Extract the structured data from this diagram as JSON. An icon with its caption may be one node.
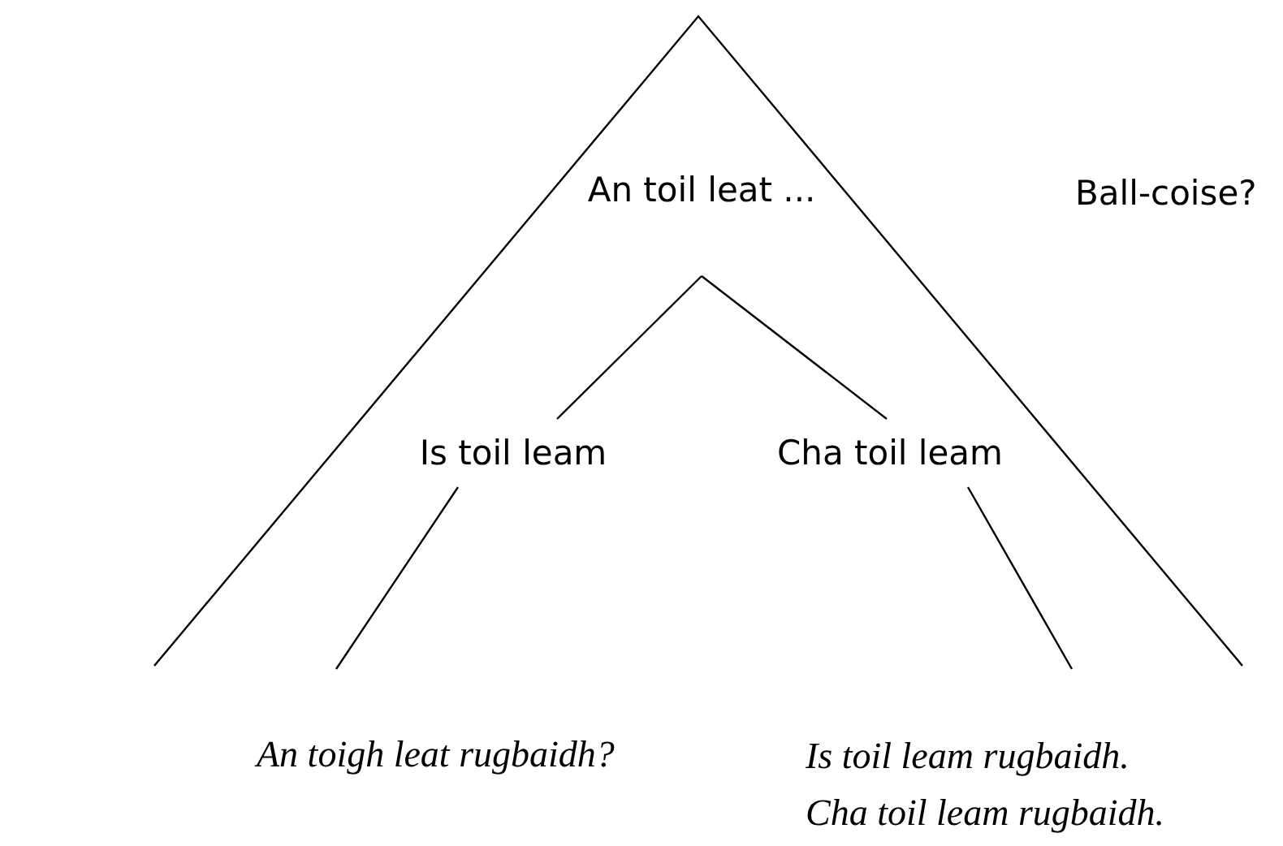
{
  "diagram": {
    "nodes": [
      {
        "text": [
          "An toil leat ..."
        ]
      },
      {
        "text": [
          "Is toil leam"
        ]
      },
      {
        "text": [
          "Cha toil leam"
        ]
      },
      {
        "text": [
          "An toigh leat rugbaidh?"
        ]
      },
      {
        "text": [
          "Is toil leam rugbaidh.",
          "Cha toil leam rugbaidh."
        ]
      }
    ],
    "edges": [
      {
        "from": 0,
        "to": 1,
        "arrow": "none"
      },
      {
        "from": 0,
        "to": 2,
        "arrow": "none"
      },
      {
        "from": 1,
        "to": null,
        "arrow": "none"
      },
      {
        "from": 2,
        "to": null,
        "arrow": "none"
      }
    ],
    "labels": [
      "Ball-coise?"
    ]
  }
}
